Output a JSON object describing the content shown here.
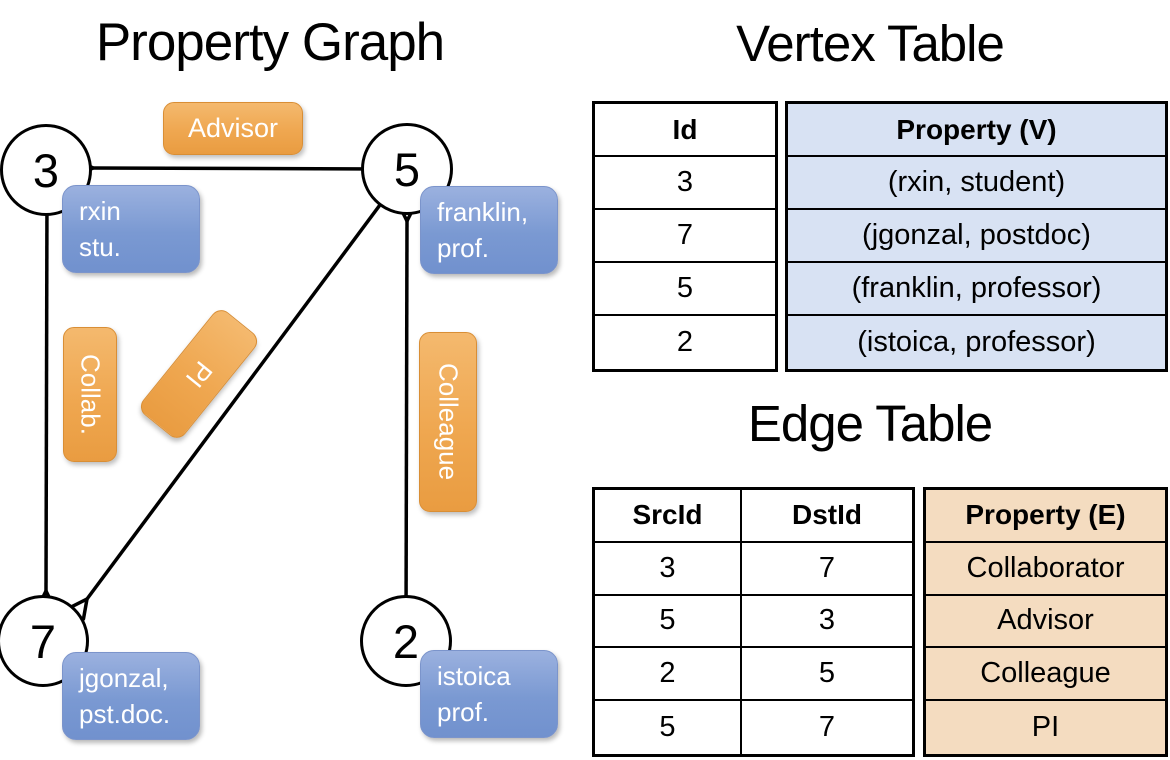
{
  "graph": {
    "title": "Property Graph",
    "vertices": [
      {
        "id": "3",
        "line1": "rxin",
        "line2": "stu."
      },
      {
        "id": "5",
        "line1": "franklin,",
        "line2": "prof."
      },
      {
        "id": "7",
        "line1": "jgonzal,",
        "line2": "pst.doc."
      },
      {
        "id": "2",
        "line1": "istoica",
        "line2": "prof."
      }
    ],
    "edge_labels": {
      "advisor": "Advisor",
      "collab": "Collab.",
      "pi": "PI",
      "colleague": "Colleague"
    }
  },
  "vertex_table": {
    "title": "Vertex Table",
    "headers": {
      "id": "Id",
      "property": "Property (V)"
    },
    "rows": [
      {
        "id": "3",
        "property": "(rxin, student)"
      },
      {
        "id": "7",
        "property": "(jgonzal, postdoc)"
      },
      {
        "id": "5",
        "property": "(franklin, professor)"
      },
      {
        "id": "2",
        "property": "(istoica, professor)"
      }
    ]
  },
  "edge_table": {
    "title": "Edge Table",
    "headers": {
      "src": "SrcId",
      "dst": "DstId",
      "property": "Property (E)"
    },
    "rows": [
      {
        "src": "3",
        "dst": "7",
        "property": "Collaborator"
      },
      {
        "src": "5",
        "dst": "3",
        "property": "Advisor"
      },
      {
        "src": "2",
        "dst": "5",
        "property": "Colleague"
      },
      {
        "src": "5",
        "dst": "7",
        "property": "PI"
      }
    ]
  },
  "colors": {
    "edge_label_orange": "#EFA750",
    "vertex_box_blue": "#7A99D2",
    "vertex_table_cell_bg": "#D8E2F3",
    "edge_table_cell_bg": "#F4DCC0",
    "line_black": "#000000"
  }
}
